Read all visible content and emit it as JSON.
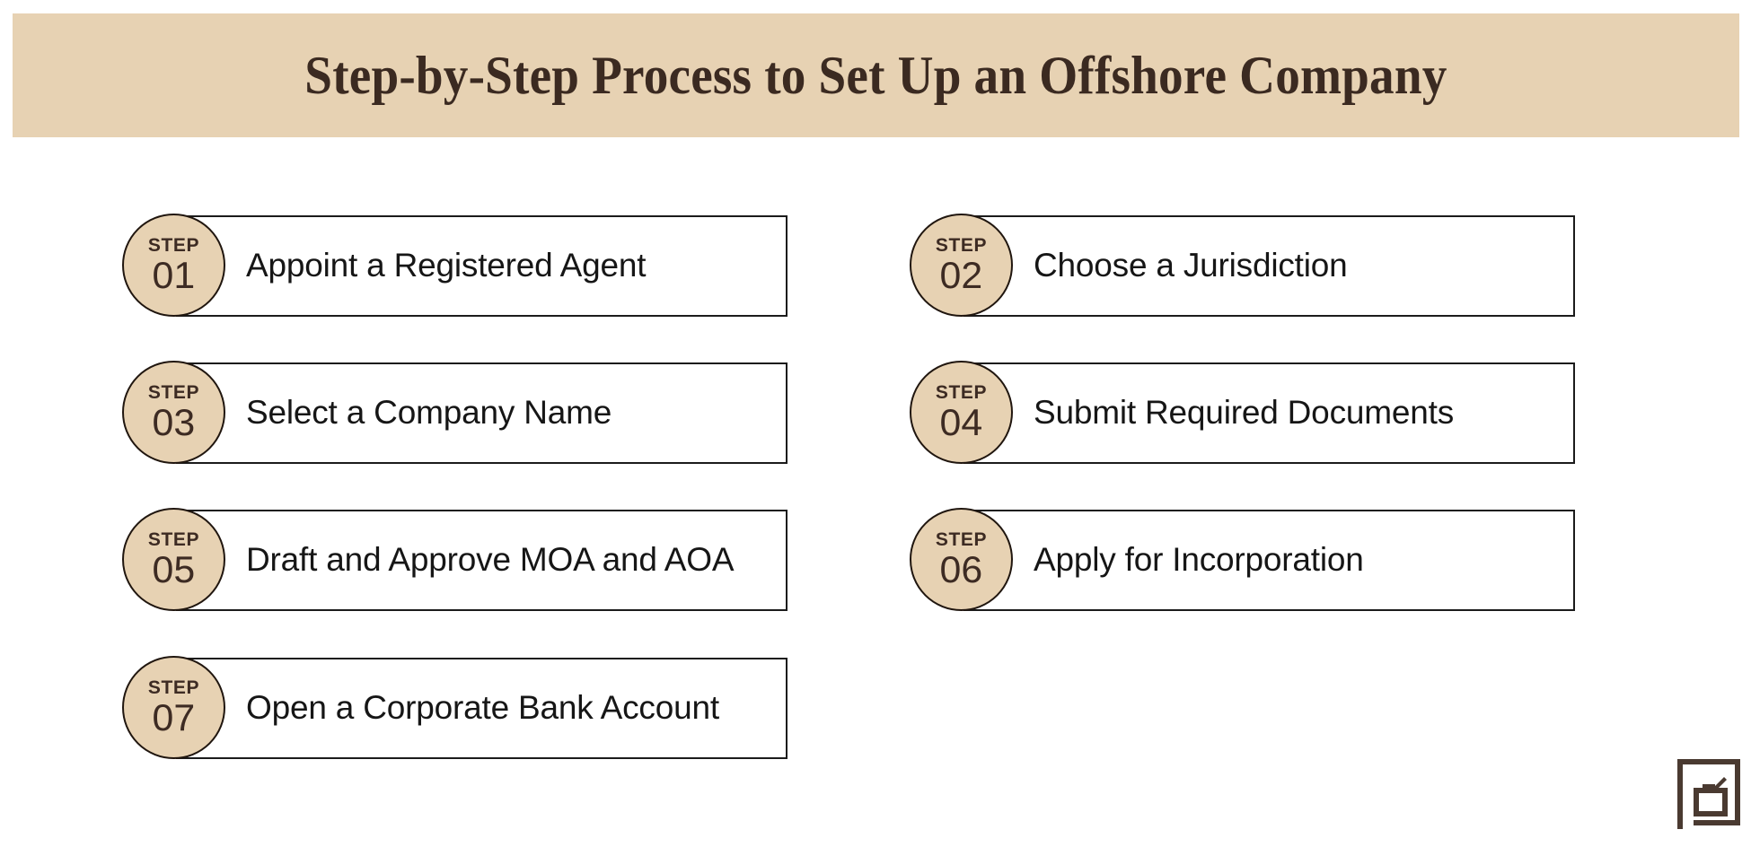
{
  "page": {
    "title": "Step-by-Step Process to Set Up an Offshore Company",
    "background_color": "#ffffff"
  },
  "header": {
    "title": "Step-by-Step Process to Set Up an Offshore Company",
    "band_color": "#e7d2b3",
    "title_color": "#3b2a21"
  },
  "style": {
    "accent_color": "#e7d2b3",
    "outline_color": "#1b1b1b",
    "step_text_color": "#3d2b23",
    "label_text_color": "#161616",
    "step_word": "STEP"
  },
  "steps": [
    {
      "step_word": "STEP",
      "number": "01",
      "label": "Appoint a Registered Agent",
      "column": "left",
      "row": 1
    },
    {
      "step_word": "STEP",
      "number": "02",
      "label": "Choose a Jurisdiction",
      "column": "right",
      "row": 1
    },
    {
      "step_word": "STEP",
      "number": "03",
      "label": "Select a Company Name",
      "column": "left",
      "row": 2
    },
    {
      "step_word": "STEP",
      "number": "04",
      "label": "Submit Required Documents",
      "column": "right",
      "row": 2
    },
    {
      "step_word": "STEP",
      "number": "05",
      "label": "Draft and Approve MOA and AOA",
      "column": "left",
      "row": 3
    },
    {
      "step_word": "STEP",
      "number": "06",
      "label": "Apply for Incorporation",
      "column": "right",
      "row": 3
    },
    {
      "step_word": "STEP",
      "number": "07",
      "label": "Open a Corporate Bank Account",
      "column": "left",
      "row": 4
    }
  ],
  "logo": {
    "name": "brand-mark-icon",
    "color": "#4a3a31"
  }
}
